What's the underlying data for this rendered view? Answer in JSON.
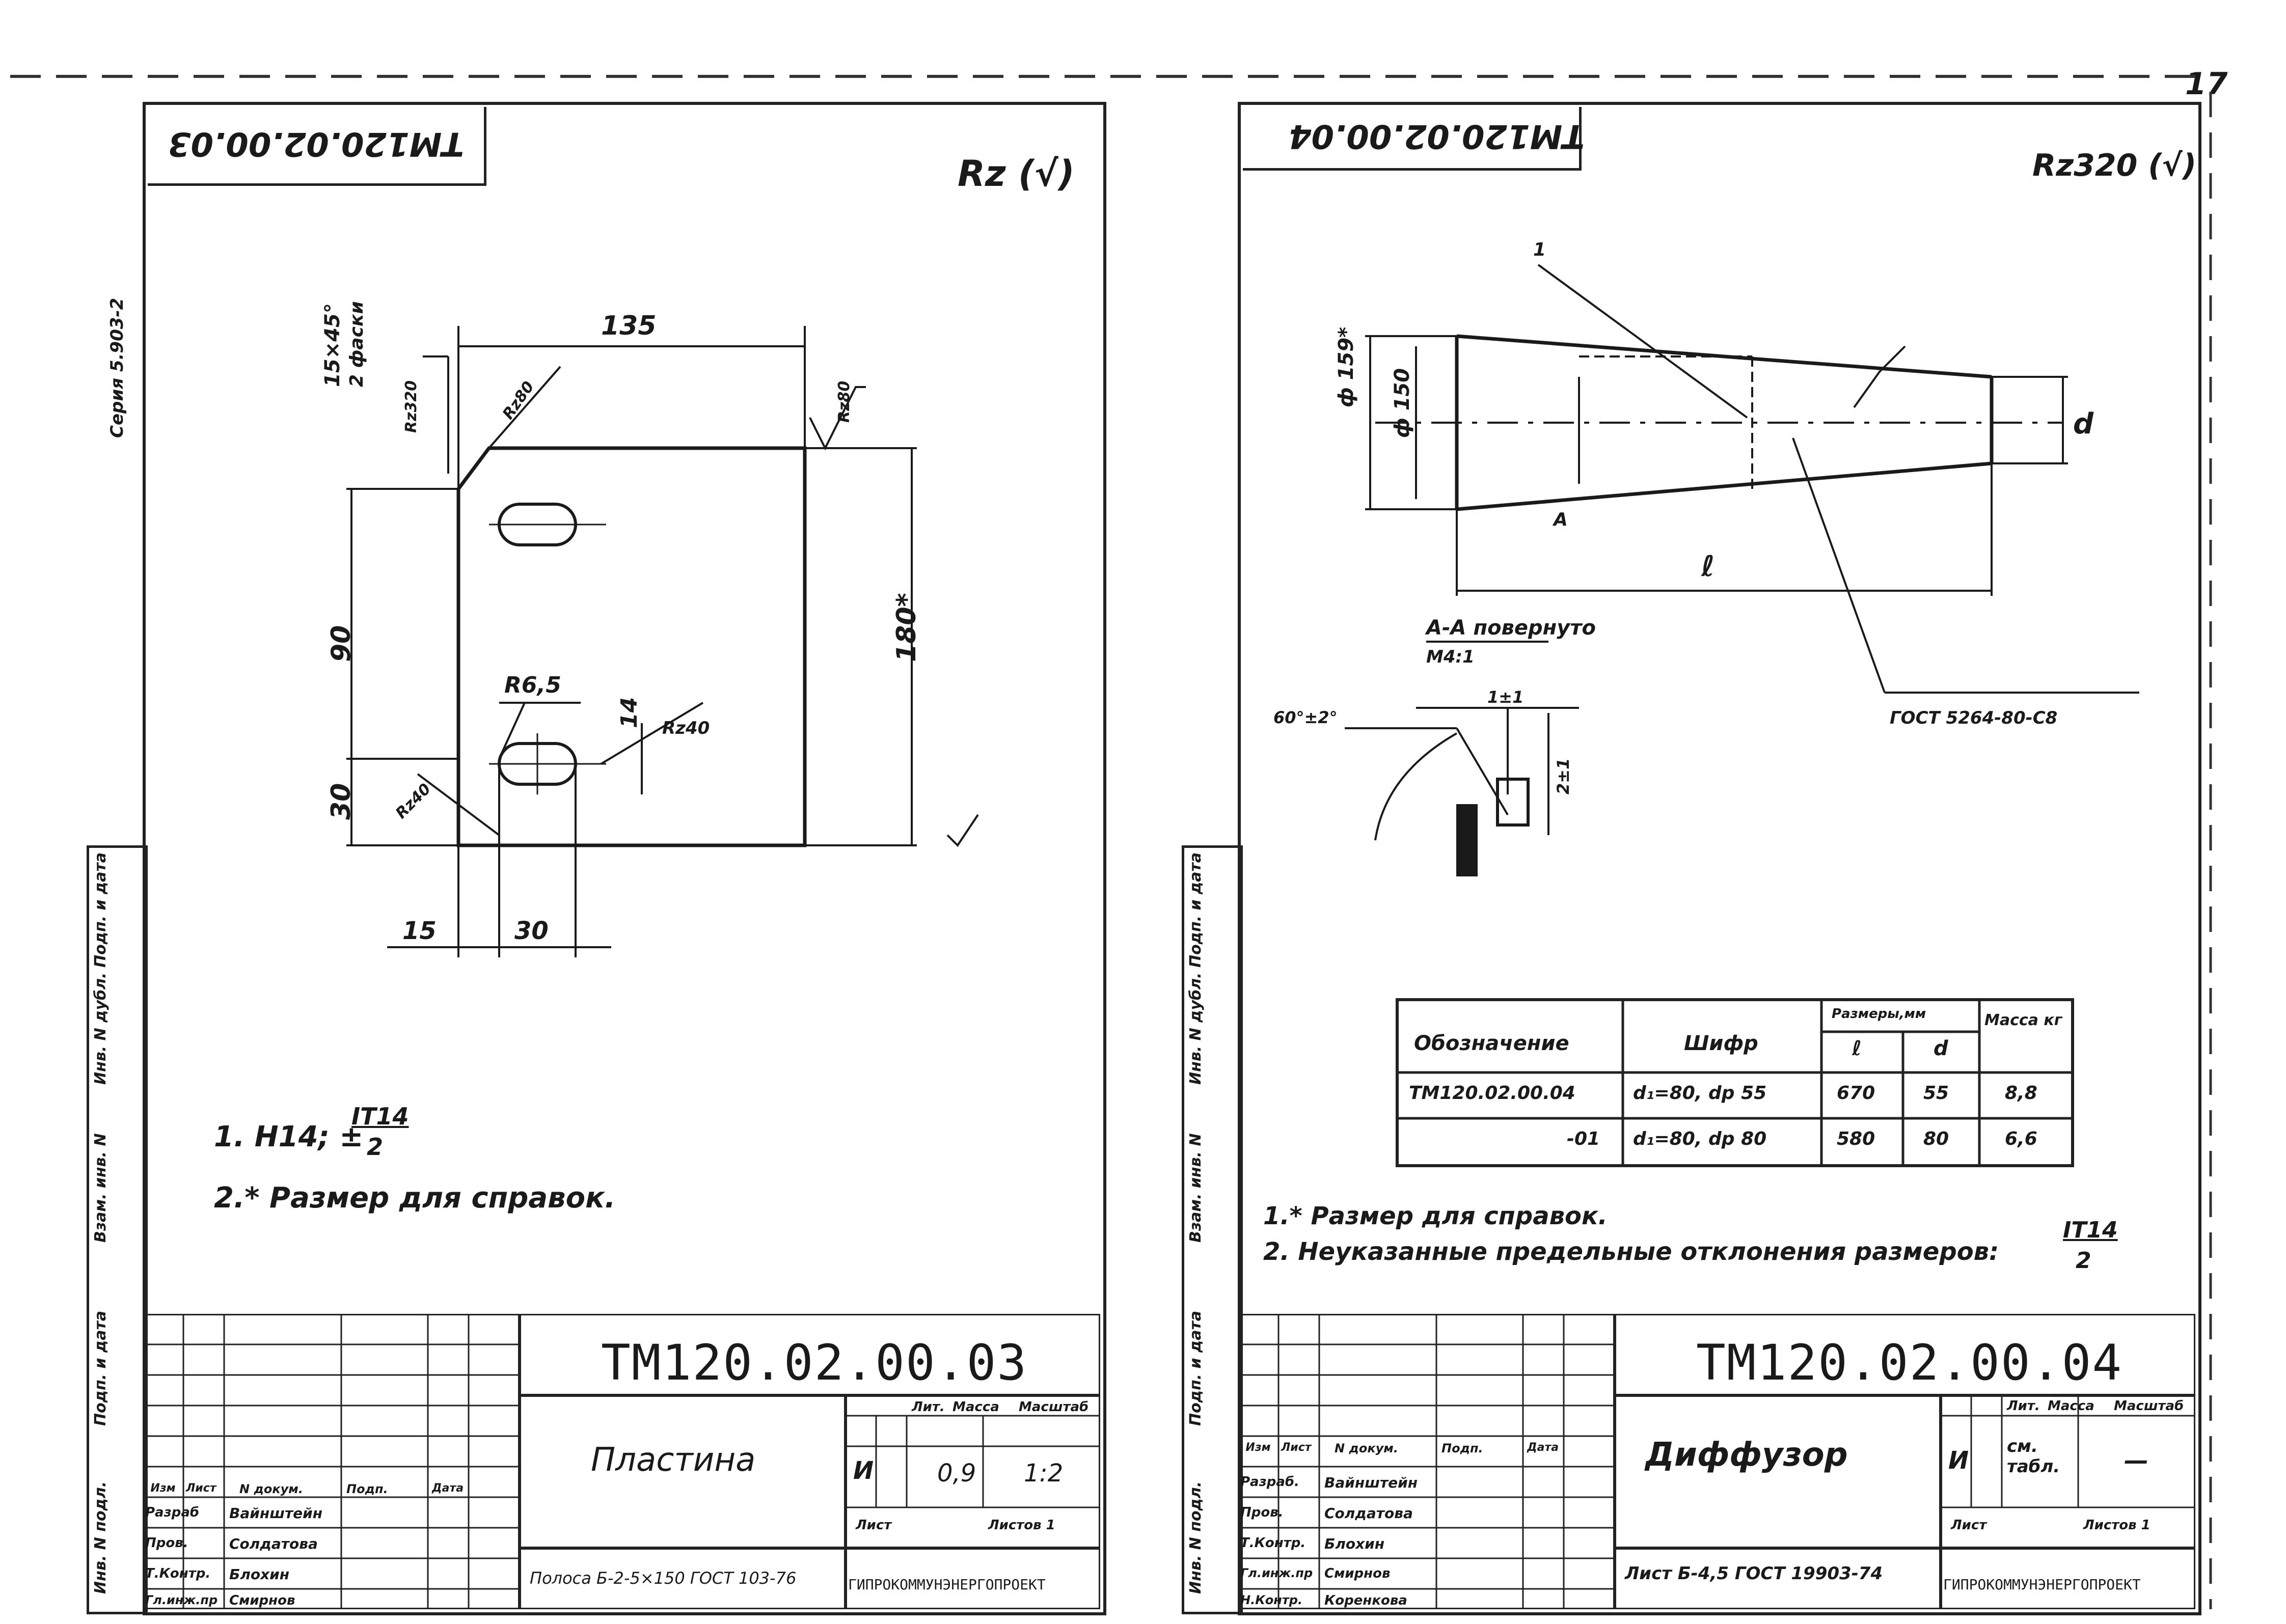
{
  "page_number": "17",
  "series_label": "Серия 5.903-2",
  "left_sheet": {
    "stamp_code": "ТМ120.02.00.03",
    "drawing_code": "ТМ120.02.00.03",
    "part_name": "Пластина",
    "dims": {
      "width_top": "135",
      "chamfer": "15×45°",
      "chamfer_note": "2 фаски",
      "rough_a": "Rz320",
      "rough_b": "Rz80",
      "rough_c": "Rz80",
      "height_total": "180*",
      "height_90": "90",
      "height_30": "30",
      "slot_r": "R6,5",
      "slot_h": "14",
      "slot_rough": "Rz40",
      "bottom_15": "15",
      "bottom_30": "30",
      "weld_mark": "Rz40"
    },
    "notes": [
      "1. Н14; ±",
      "IT14",
      "2",
      "2.* Размер для справок."
    ],
    "roughness_corner": "Rz (√)",
    "title_block": {
      "head_cols": [
        "Изм",
        "Лист",
        "N докум.",
        "Подп.",
        "Дата"
      ],
      "rows": [
        [
          "Разраб",
          "Вайнштейн"
        ],
        [
          "Пров.",
          "Солдатова"
        ],
        [
          "Т.Контр.",
          "Блохин"
        ],
        [
          "Гл.инж.пр",
          "Смирнов"
        ]
      ],
      "lit_label": "Лит.",
      "mass_label": "Масса",
      "scale_label": "Масштаб",
      "lit_value": "И",
      "mass_value": "0,9",
      "scale_value": "1:2",
      "sheet_label": "Лист",
      "sheets_label": "Листов 1",
      "material": "Полоса  Б-2-5×150 ГОСТ 103-76",
      "org": "ГИПРОКОММУНЭНЕРГОПРОЕКТ"
    }
  },
  "right_sheet": {
    "stamp_code": "ТМ120.02.00.04",
    "drawing_code": "ТМ120.02.00.04",
    "part_name": "Диффузор",
    "dims": {
      "dia_outer": "ф 159*",
      "dia_inner": "ф 150",
      "len": "ℓ",
      "d": "d",
      "section_a": "A",
      "section_title": "А-А повернуто",
      "section_scale": "М4:1",
      "gost_weld": "ГОСТ 5264-80-С8",
      "angle": "60°±2°",
      "gap": "1±1",
      "thick": "2±1",
      "leader_1": "1"
    },
    "roughness_corner": "Rz320 (√)",
    "table": {
      "headers": [
        "Обозначение",
        "Шифр",
        "Размеры,мм",
        "Масса кг"
      ],
      "sub_headers": [
        "ℓ",
        "d"
      ],
      "rows": [
        [
          "ТМ120.02.00.04",
          "d₁=80, dр 55",
          "670",
          "55",
          "8,8"
        ],
        [
          "-01",
          "d₁=80, dр 80",
          "580",
          "80",
          "6,6"
        ]
      ]
    },
    "notes": [
      "1.* Размер для справок.",
      "2. Неуказанные предельные отклонения размеров:",
      "IT14",
      "2"
    ],
    "title_block": {
      "head_cols": [
        "Изм",
        "Лист",
        "N докум.",
        "Подп.",
        "Дата"
      ],
      "rows": [
        [
          "Разраб.",
          "Вайнштейн"
        ],
        [
          "Пров.",
          "Солдатова"
        ],
        [
          "Т.Контр.",
          "Блохин"
        ],
        [
          "Гл.инж.пр",
          "Смирнов"
        ],
        [
          "Н.Контр.",
          "Коренкова"
        ]
      ],
      "lit_label": "Лит.",
      "mass_label": "Масса",
      "scale_label": "Масштаб",
      "lit_value": "И",
      "mass_value": "см. табл.",
      "scale_value": "—",
      "sheet_label": "Лист",
      "sheets_label": "Листов 1",
      "material": "Лист  Б-4,5 ГОСТ 19903-74",
      "org": "ГИПРОКОММУНЭНЕРГОПРОЕКТ"
    }
  },
  "side_labels": [
    "Инв. N подл.",
    "Подп. и дата",
    "Взам. инв. N",
    "Инв. N дубл.",
    "Подп. и дата"
  ]
}
